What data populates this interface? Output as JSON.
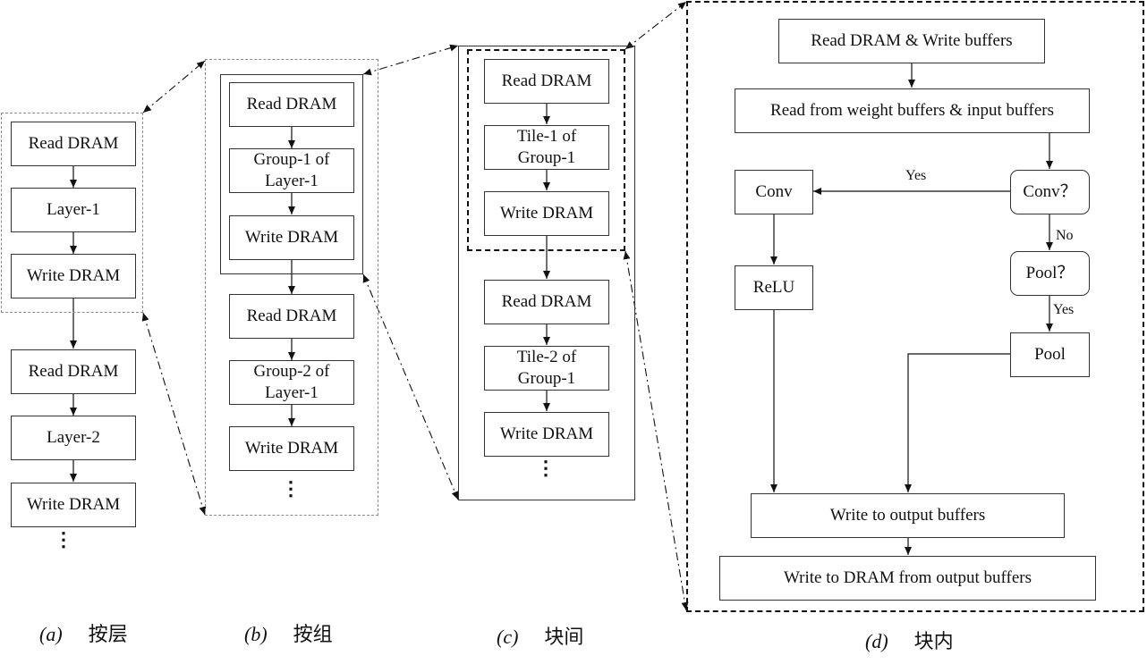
{
  "panel_a": {
    "read_dram_1": "Read DRAM",
    "layer_1": "Layer-1",
    "write_dram_1": "Write DRAM",
    "read_dram_2": "Read DRAM",
    "layer_2": "Layer-2",
    "write_dram_2": "Write DRAM",
    "ellipsis": "⋮"
  },
  "panel_b": {
    "read_dram_1": "Read DRAM",
    "group_1": "Group-1 of\nLayer-1",
    "write_dram_1": "Write DRAM",
    "read_dram_2": "Read DRAM",
    "group_2": "Group-2 of\nLayer-1",
    "write_dram_2": "Write DRAM",
    "ellipsis": "⋮"
  },
  "panel_c": {
    "read_dram_1": "Read DRAM",
    "tile_1": "Tile-1 of\nGroup-1",
    "write_dram_1": "Write DRAM",
    "read_dram_2": "Read DRAM",
    "tile_2": "Tile-2 of\nGroup-1",
    "write_dram_2": "Write DRAM",
    "ellipsis": "⋮"
  },
  "panel_d": {
    "read_write": "Read DRAM & Write buffers",
    "read_buffers": "Read from weight buffers & input buffers",
    "conv_decision": "Conv？",
    "conv": "Conv",
    "relu": "ReLU",
    "pool_decision": "Pool？",
    "pool": "Pool",
    "write_output": "Write to output buffers",
    "write_dram": "Write to DRAM from output buffers",
    "label_yes_conv": "Yes",
    "label_no": "No",
    "label_yes_pool": "Yes"
  },
  "captions": {
    "a_letter": "(a)",
    "a_text": "按层",
    "b_letter": "(b)",
    "b_text": "按组",
    "c_letter": "(c)",
    "c_text": "块间",
    "d_letter": "(d)",
    "d_text": "块内"
  }
}
